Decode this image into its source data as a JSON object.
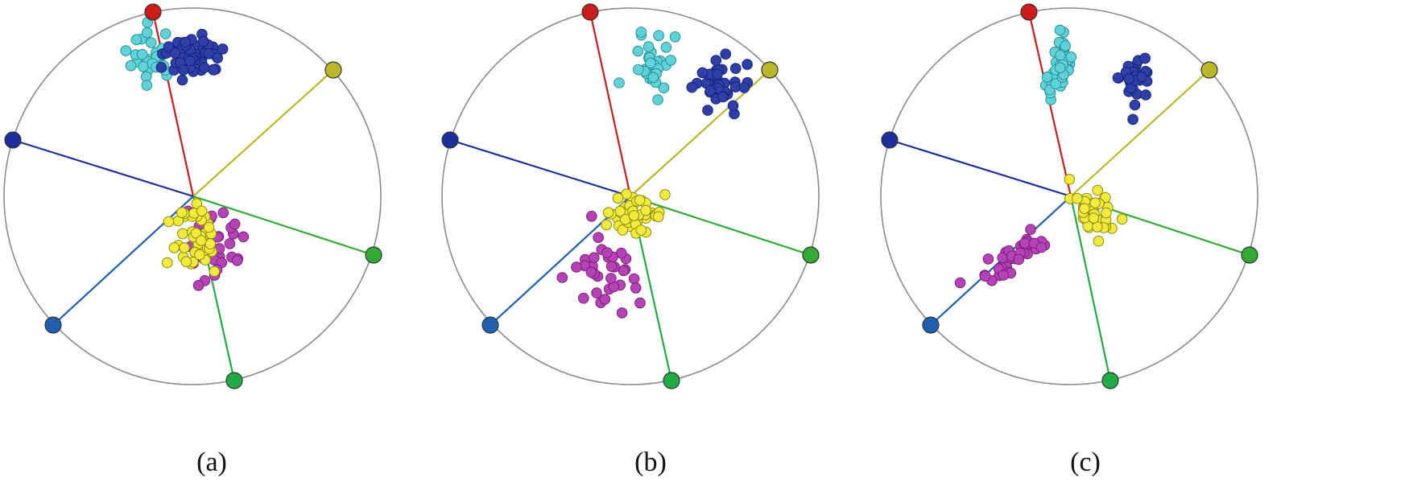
{
  "figure": {
    "panels": [
      {
        "label": "(a)",
        "anchor_colors": [
          "#cc1b1b",
          "#b8b828",
          "#33aa33",
          "#22aa44",
          "#1f5fae",
          "#1e2e9a"
        ],
        "clusters": [
          {
            "color": "#5fd3d8",
            "stroke": "#2a8f95",
            "count": 30
          },
          {
            "color": "#2e3fa8",
            "stroke": "#18237a",
            "count": 55
          },
          {
            "color": "#b543b5",
            "stroke": "#7c1f7c",
            "count": 32
          },
          {
            "color": "#f2ea3c",
            "stroke": "#8a8a10",
            "count": 48
          }
        ]
      },
      {
        "label": "(b)",
        "anchor_colors": [
          "#cc1b1b",
          "#b8b828",
          "#33aa33",
          "#22aa44",
          "#1f5fae",
          "#1e2e9a"
        ],
        "clusters": [
          {
            "color": "#5fd3d8",
            "stroke": "#2a8f95",
            "count": 34
          },
          {
            "color": "#2e3fa8",
            "stroke": "#18237a",
            "count": 38
          },
          {
            "color": "#b543b5",
            "stroke": "#7c1f7c",
            "count": 34
          },
          {
            "color": "#f2ea3c",
            "stroke": "#8a8a10",
            "count": 45
          }
        ]
      },
      {
        "label": "(c)",
        "anchor_colors": [
          "#cc1b1b",
          "#b8b828",
          "#33aa33",
          "#22aa44",
          "#1f5fae",
          "#1e2e9a"
        ],
        "clusters": [
          {
            "color": "#5fd3d8",
            "stroke": "#2a8f95",
            "count": 40
          },
          {
            "color": "#2e3fa8",
            "stroke": "#18237a",
            "count": 28
          },
          {
            "color": "#b543b5",
            "stroke": "#7c1f7c",
            "count": 36
          },
          {
            "color": "#f2ea3c",
            "stroke": "#8a8a10",
            "count": 40
          }
        ]
      }
    ]
  }
}
